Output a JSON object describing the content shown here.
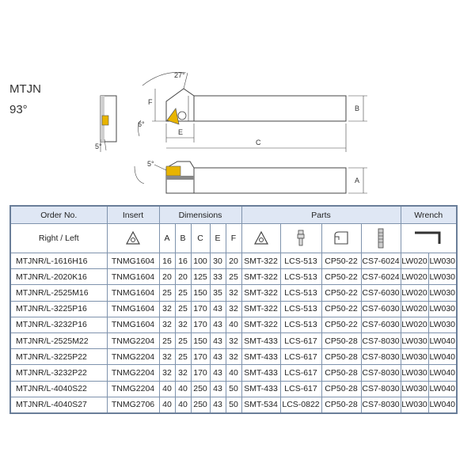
{
  "product": {
    "code": "MTJN",
    "angle": "93°"
  },
  "drawing": {
    "labels": {
      "angle_top": "27°",
      "angle_left": "5°",
      "angle_holder": "6°",
      "angle_bottom": "5°",
      "dim_F": "F",
      "dim_E": "E",
      "dim_C": "C",
      "dim_B": "B",
      "dim_A": "A"
    },
    "colors": {
      "insert": "#e8b400",
      "holder": "#555555"
    }
  },
  "table": {
    "headers": {
      "order_no": "Order No.",
      "insert": "Insert",
      "dimensions": "Dimensions",
      "parts": "Parts",
      "wrench": "Wrench",
      "right_left": "Right / Left",
      "dim_cols": [
        "A",
        "B",
        "C",
        "E",
        "F"
      ]
    },
    "icons": {
      "insert": "triangle-insert-icon",
      "parts": [
        "triangle-insert-icon",
        "screw-icon",
        "clamp-icon",
        "clamp-screw-icon"
      ],
      "wrench": "hex-key-icon"
    },
    "rows": [
      [
        "MTJNR/L-1616H16",
        "TNMG1604",
        "16",
        "16",
        "100",
        "30",
        "20",
        "SMT-322",
        "LCS-513",
        "CP50-22",
        "CS7-6024",
        "LW020",
        "LW030"
      ],
      [
        "MTJNR/L-2020K16",
        "TNMG1604",
        "20",
        "20",
        "125",
        "33",
        "25",
        "SMT-322",
        "LCS-513",
        "CP50-22",
        "CS7-6024",
        "LW020",
        "LW030"
      ],
      [
        "MTJNR/L-2525M16",
        "TNMG1604",
        "25",
        "25",
        "150",
        "35",
        "32",
        "SMT-322",
        "LCS-513",
        "CP50-22",
        "CS7-6030",
        "LW020",
        "LW030"
      ],
      [
        "MTJNR/L-3225P16",
        "TNMG1604",
        "32",
        "25",
        "170",
        "43",
        "32",
        "SMT-322",
        "LCS-513",
        "CP50-22",
        "CS7-6030",
        "LW020",
        "LW030"
      ],
      [
        "MTJNR/L-3232P16",
        "TNMG1604",
        "32",
        "32",
        "170",
        "43",
        "40",
        "SMT-322",
        "LCS-513",
        "CP50-22",
        "CS7-6030",
        "LW020",
        "LW030"
      ],
      [
        "MTJNR/L-2525M22",
        "TNMG2204",
        "25",
        "25",
        "150",
        "43",
        "32",
        "SMT-433",
        "LCS-617",
        "CP50-28",
        "CS7-8030",
        "LW030",
        "LW040"
      ],
      [
        "MTJNR/L-3225P22",
        "TNMG2204",
        "32",
        "25",
        "170",
        "43",
        "32",
        "SMT-433",
        "LCS-617",
        "CP50-28",
        "CS7-8030",
        "LW030",
        "LW040"
      ],
      [
        "MTJNR/L-3232P22",
        "TNMG2204",
        "32",
        "32",
        "170",
        "43",
        "40",
        "SMT-433",
        "LCS-617",
        "CP50-28",
        "CS7-8030",
        "LW030",
        "LW040"
      ],
      [
        "MTJNR/L-4040S22",
        "TNMG2204",
        "40",
        "40",
        "250",
        "43",
        "50",
        "SMT-433",
        "LCS-617",
        "CP50-28",
        "CS7-8030",
        "LW030",
        "LW040"
      ],
      [
        "MTJNR/L-4040S27",
        "TNMG2706",
        "40",
        "40",
        "250",
        "43",
        "50",
        "SMT-534",
        "LCS-0822",
        "CP50-28",
        "CS7-8030",
        "LW030",
        "LW040"
      ]
    ]
  }
}
